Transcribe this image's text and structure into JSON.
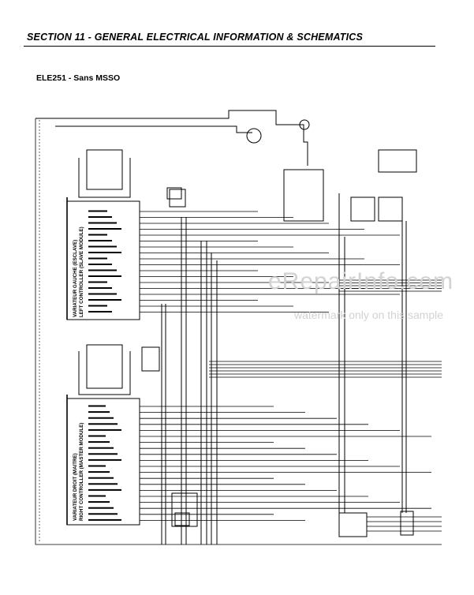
{
  "header": {
    "section_title": "SECTION 11 - GENERAL ELECTRICAL INFORMATION & SCHEMATICS",
    "diagram_title": "ELE251 - Sans MSSO"
  },
  "modules": {
    "upper_label_line1": "VARIATEUR GAUCHE (ESCLAVE)",
    "upper_label_line2": "LEFT CONTROLLER (SLAVE MODULE)",
    "lower_label_line1": "VARIATEUR DROIT (MAITRE)",
    "lower_label_line2": "RIGHT CONTROLLER (MASTER MODULE)"
  },
  "watermark": {
    "brand": "eRepairInfo.com",
    "note": "watermark only on this sample"
  },
  "colors": {
    "ink": "#000000",
    "watermark": "#d2d2d2",
    "background": "#ffffff"
  }
}
